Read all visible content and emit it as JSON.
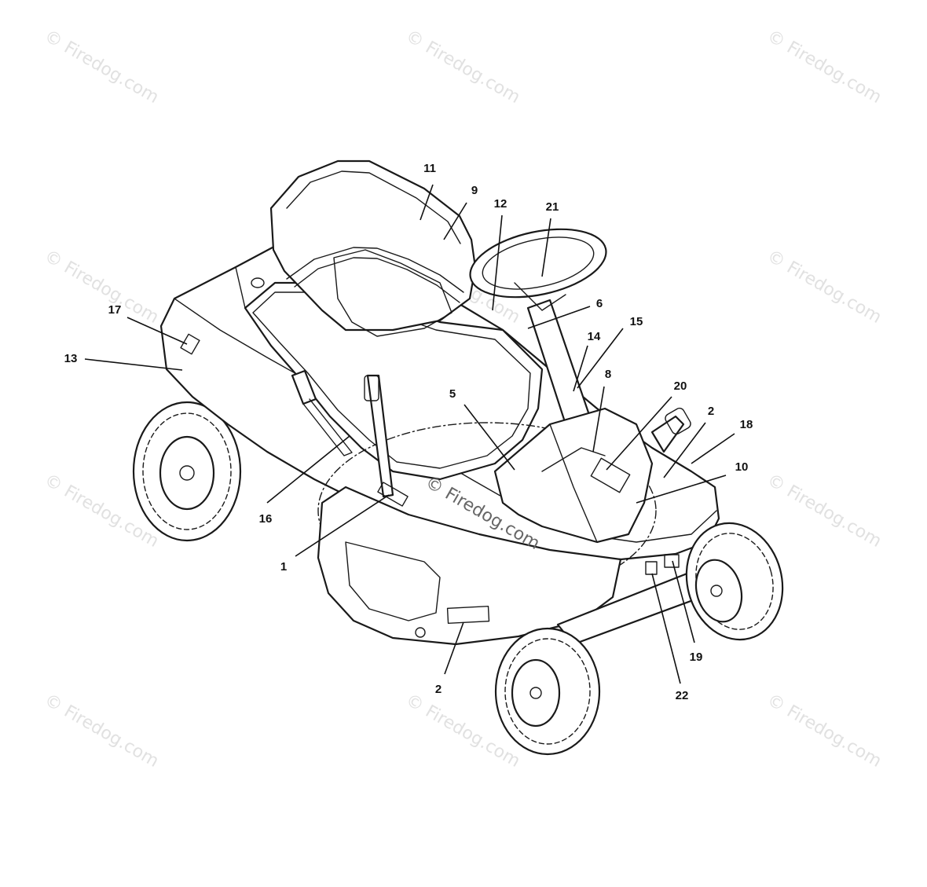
{
  "watermark": {
    "text": "© Firedog.com",
    "center_text": "© Firedog.com"
  },
  "callouts": [
    {
      "label": "11"
    },
    {
      "label": "9"
    },
    {
      "label": "12"
    },
    {
      "label": "21"
    },
    {
      "label": "6"
    },
    {
      "label": "15"
    },
    {
      "label": "14"
    },
    {
      "label": "8"
    },
    {
      "label": "17"
    },
    {
      "label": "13"
    },
    {
      "label": "5"
    },
    {
      "label": "20"
    },
    {
      "label": "2"
    },
    {
      "label": "18"
    },
    {
      "label": "10"
    },
    {
      "label": "16"
    },
    {
      "label": "1"
    },
    {
      "label": "2"
    },
    {
      "label": "22"
    },
    {
      "label": "19"
    }
  ]
}
